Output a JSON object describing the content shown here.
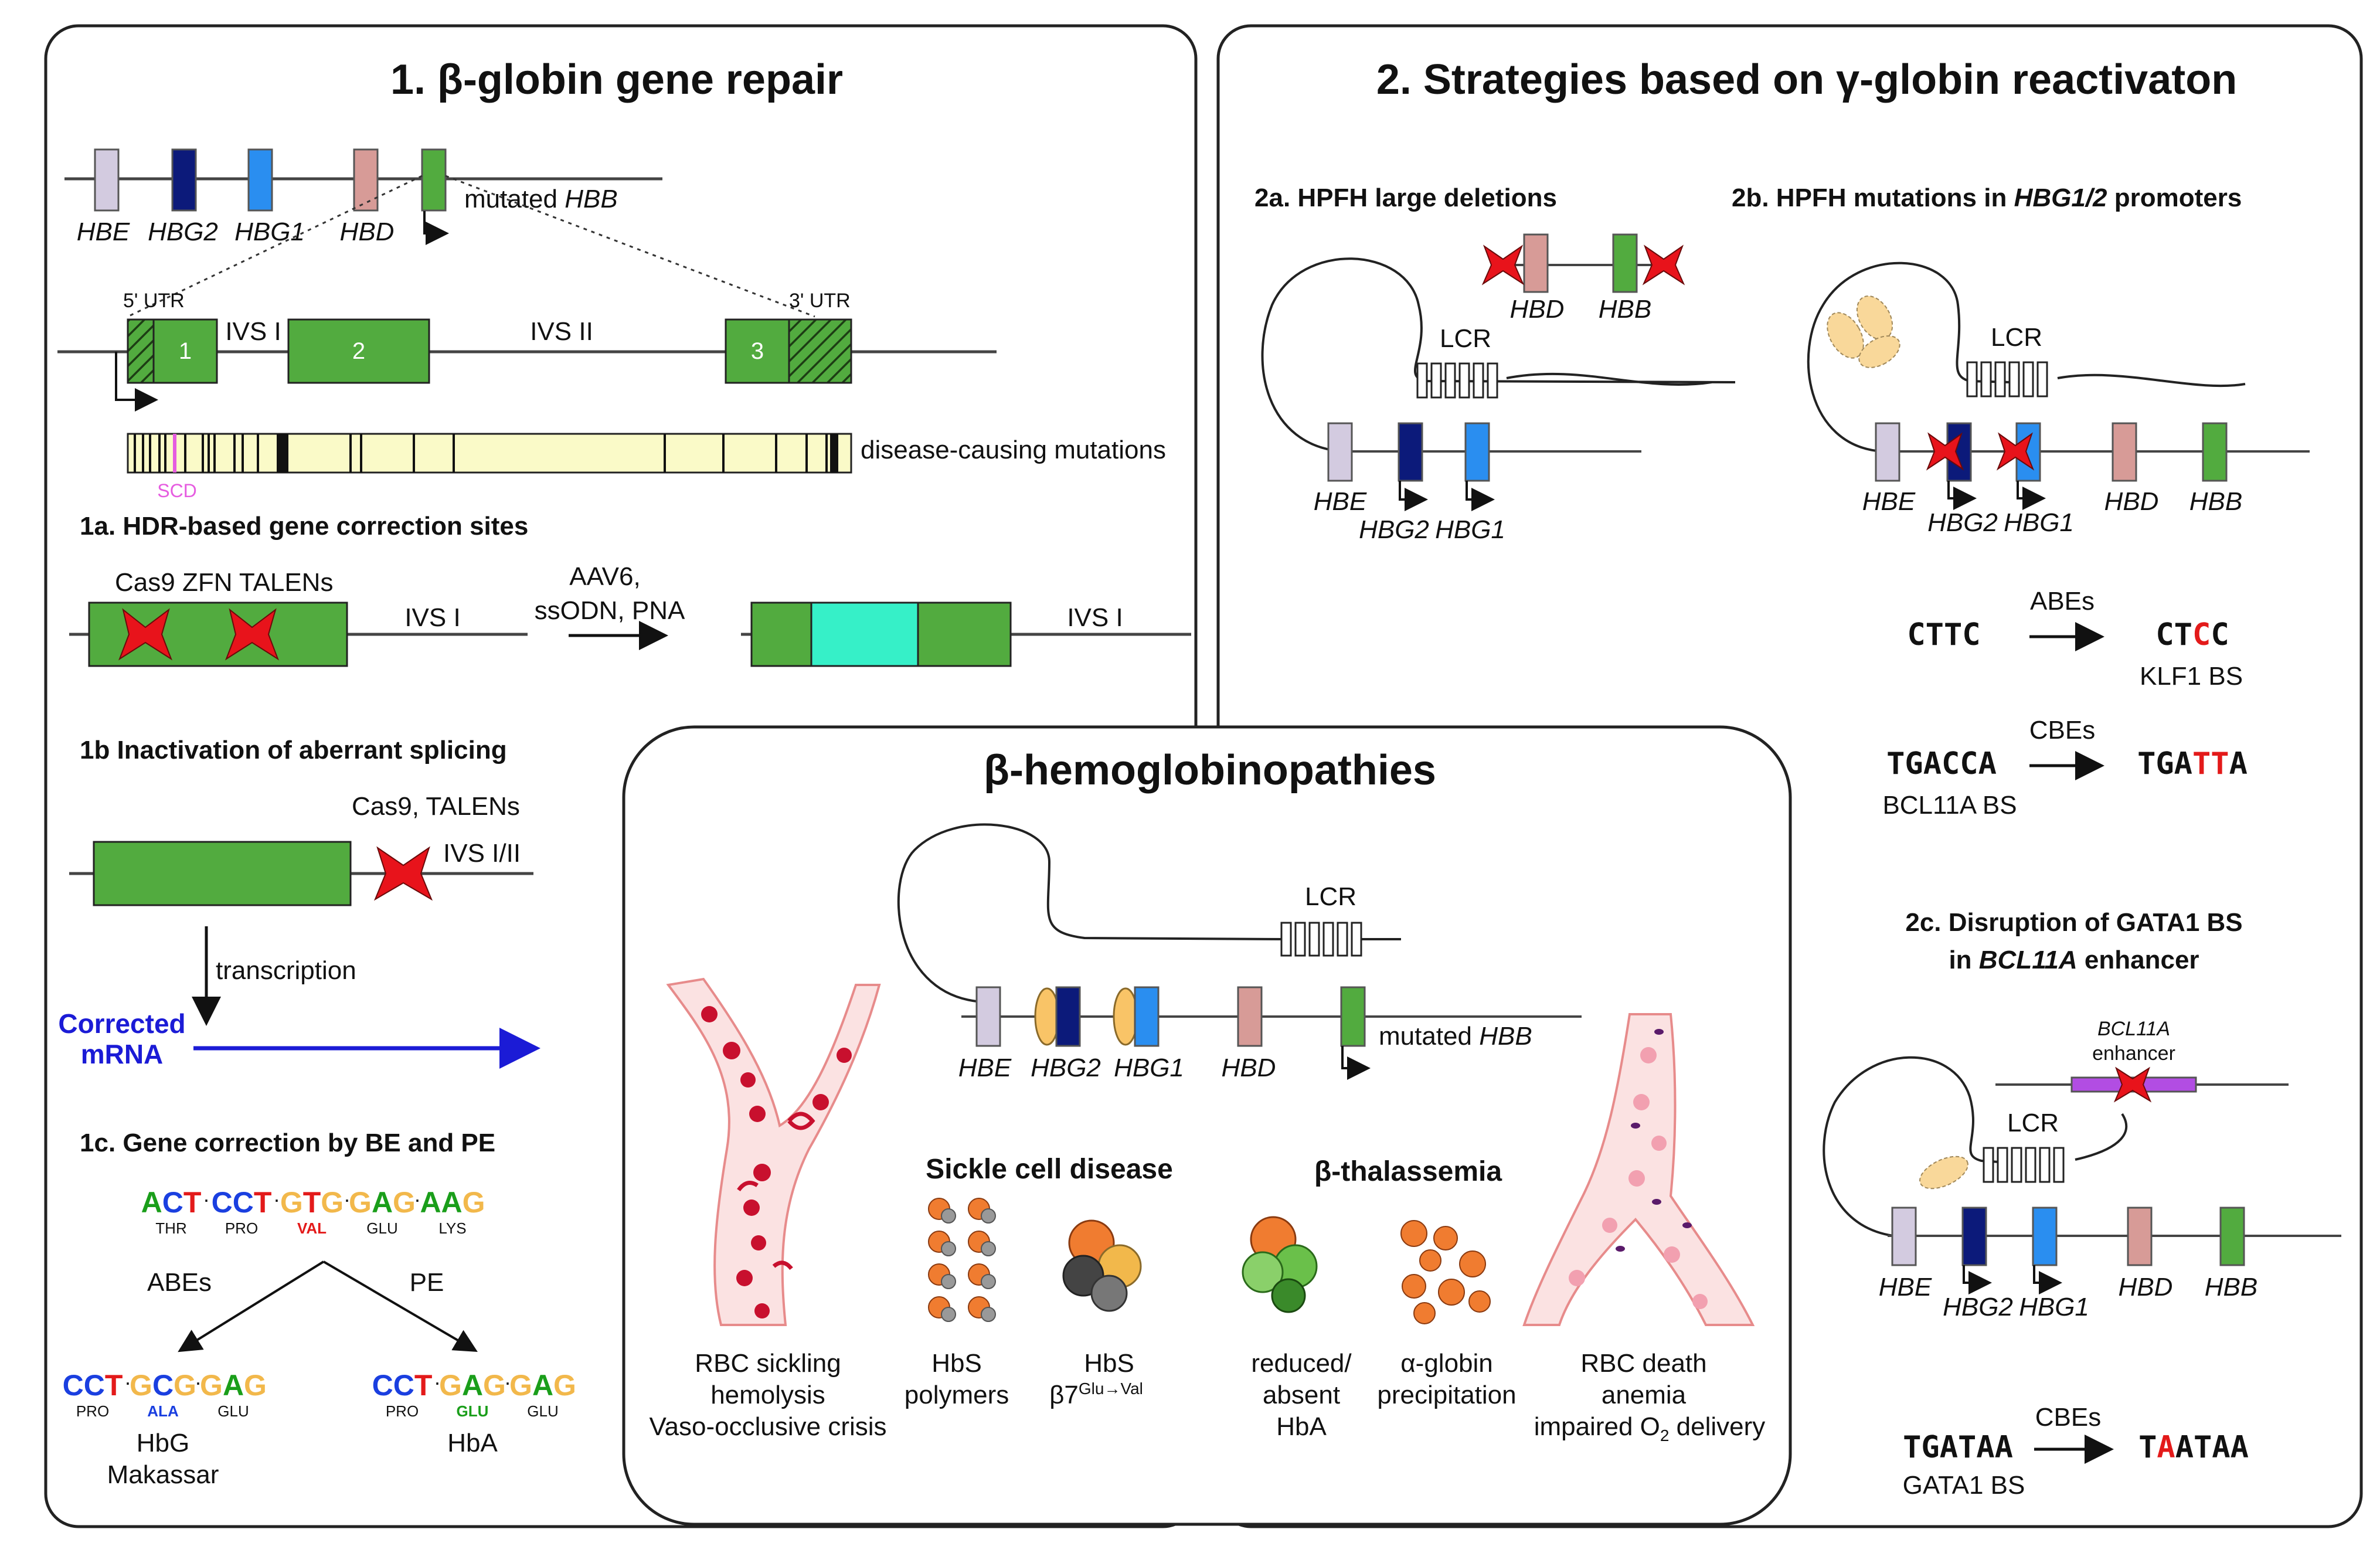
{
  "panel1": {
    "title": "1. β-globin gene repair",
    "genes": [
      "HBE",
      "HBG2",
      "HBG1",
      "HBD"
    ],
    "mutated_label_prefix": "mutated ",
    "mutated_gene": "HBB",
    "utr5": "5' UTR",
    "utr3": "3' UTR",
    "exon1": "1",
    "exon2": "2",
    "exon3": "3",
    "ivs1": "IVS I",
    "ivs2": "IVS II",
    "mutations_label": "disease-causing mutations",
    "scd_label": "SCD",
    "s1a": {
      "title": "1a. HDR-based gene correction sites",
      "tools": "Cas9 ZFN TALENs",
      "ivs": "IVS I",
      "delivery_line1": "AAV6,",
      "delivery_line2": "ssODN, PNA",
      "ivs_after": "IVS I"
    },
    "s1b": {
      "title": "1b Inactivation of aberrant splicing",
      "tools": "Cas9, TALENs",
      "ivs": "IVS I/II",
      "transcription": "transcription",
      "corrected_line1": "Corrected",
      "corrected_line2": "mRNA"
    },
    "s1c": {
      "title": "1c. Gene correction by BE and PE",
      "codons": [
        {
          "bases": [
            {
              "t": "A",
              "c": "#1a9e1a"
            },
            {
              "t": "C",
              "c": "#1a3fe0"
            },
            {
              "t": "T",
              "c": "#e31a1a"
            }
          ],
          "aa": "THR"
        },
        {
          "bases": [
            {
              "t": "C",
              "c": "#1a3fe0"
            },
            {
              "t": "C",
              "c": "#1a3fe0"
            },
            {
              "t": "T",
              "c": "#e31a1a"
            }
          ],
          "aa": "PRO"
        },
        {
          "bases": [
            {
              "t": "G",
              "c": "#f2b84b"
            },
            {
              "t": "T",
              "c": "#e31a1a"
            },
            {
              "t": "G",
              "c": "#f2b84b"
            }
          ],
          "aa": "VAL",
          "aa_color": "#e31a1a"
        },
        {
          "bases": [
            {
              "t": "G",
              "c": "#f2b84b"
            },
            {
              "t": "A",
              "c": "#1a9e1a"
            },
            {
              "t": "G",
              "c": "#f2b84b"
            }
          ],
          "aa": "GLU"
        },
        {
          "bases": [
            {
              "t": "A",
              "c": "#1a9e1a"
            },
            {
              "t": "A",
              "c": "#1a9e1a"
            },
            {
              "t": "G",
              "c": "#f2b84b"
            }
          ],
          "aa": "LYS"
        }
      ],
      "abe_label": "ABEs",
      "pe_label": "PE",
      "left_codons": [
        {
          "bases": [
            {
              "t": "C",
              "c": "#1a3fe0"
            },
            {
              "t": "C",
              "c": "#1a3fe0"
            },
            {
              "t": "T",
              "c": "#e31a1a"
            }
          ],
          "aa": "PRO"
        },
        {
          "bases": [
            {
              "t": "G",
              "c": "#f2b84b"
            },
            {
              "t": "C",
              "c": "#1a3fe0"
            },
            {
              "t": "G",
              "c": "#f2b84b"
            }
          ],
          "aa": "ALA",
          "aa_color": "#1a3fe0"
        },
        {
          "bases": [
            {
              "t": "G",
              "c": "#f2b84b"
            },
            {
              "t": "A",
              "c": "#1a9e1a"
            },
            {
              "t": "G",
              "c": "#f2b84b"
            }
          ],
          "aa": "GLU"
        }
      ],
      "right_codons": [
        {
          "bases": [
            {
              "t": "C",
              "c": "#1a3fe0"
            },
            {
              "t": "C",
              "c": "#1a3fe0"
            },
            {
              "t": "T",
              "c": "#e31a1a"
            }
          ],
          "aa": "PRO"
        },
        {
          "bases": [
            {
              "t": "G",
              "c": "#f2b84b"
            },
            {
              "t": "A",
              "c": "#1a9e1a"
            },
            {
              "t": "G",
              "c": "#f2b84b"
            }
          ],
          "aa": "GLU",
          "aa_color": "#1a9e1a"
        },
        {
          "bases": [
            {
              "t": "G",
              "c": "#f2b84b"
            },
            {
              "t": "A",
              "c": "#1a9e1a"
            },
            {
              "t": "G",
              "c": "#f2b84b"
            }
          ],
          "aa": "GLU"
        }
      ],
      "left_result_line1": "HbG",
      "left_result_line2": "Makassar",
      "right_result": "HbA"
    }
  },
  "panel2": {
    "title": "2. Strategies based on γ-globin reactivaton",
    "s2a": {
      "title": "2a. HPFH large deletions",
      "deleted_genes": [
        "HBD",
        "HBB"
      ],
      "lcr": "LCR",
      "genes": [
        "HBE",
        "HBG2",
        "HBG1"
      ]
    },
    "s2b": {
      "title_prefix": "2b. HPFH mutations in ",
      "title_gene": "HBG1/2",
      "title_suffix": " promoters",
      "lcr": "LCR",
      "genes": [
        "HBE",
        "HBG2",
        "HBG1",
        "HBD",
        "HBB"
      ],
      "abe_label": "ABEs",
      "abe_from": "CTTC",
      "abe_to_prefix": "CT",
      "abe_to_red": "C",
      "abe_to_suffix": "C",
      "abe_site": "KLF1 BS",
      "cbe_label": "CBEs",
      "cbe_from": "TGACCA",
      "cbe_to_prefix": "TGA",
      "cbe_to_red": "TT",
      "cbe_to_suffix": "A",
      "cbe_site": "BCL11A BS"
    },
    "s2c": {
      "title_line1": "2c. Disruption of GATA1 BS",
      "title_line2_prefix": "in ",
      "title_line2_gene": "BCL11A",
      "title_line2_suffix": " enhancer",
      "enhancer_gene": "BCL11A",
      "enhancer_word": "enhancer",
      "lcr": "LCR",
      "genes": [
        "HBE",
        "HBG2",
        "HBG1",
        "HBD",
        "HBB"
      ],
      "cbe_label": "CBEs",
      "from": "TGATAA",
      "to_prefix": "T",
      "to_red": "A",
      "to_suffix": "ATAA",
      "site": "GATA1 BS"
    }
  },
  "center": {
    "title": "β-hemoglobinopathies",
    "lcr": "LCR",
    "genes": [
      "HBE",
      "HBG2",
      "HBG1",
      "HBD"
    ],
    "mutated_prefix": "mutated ",
    "mutated_gene": "HBB",
    "scd_title": "Sickle cell disease",
    "thal_title": "β-thalassemia",
    "rbc_sickling_line1": "RBC sickling",
    "rbc_sickling_line2": "hemolysis",
    "rbc_sickling_line3": "Vaso-occlusive crisis",
    "hbs_polymers_line1": "HbS",
    "hbs_polymers_line2": "polymers",
    "hbs_line1": "HbS",
    "hbs_beta": "β7",
    "hbs_sup": "Glu→Val",
    "reduced_line1": "reduced/",
    "reduced_line2": "absent",
    "reduced_line3": "HbA",
    "alpha_line1": "α-globin",
    "alpha_line2": "precipitation",
    "rbc_death_line1": "RBC death",
    "rbc_death_line2": "anemia",
    "rbc_death_line3_prefix": "impaired O",
    "rbc_death_sub": "2",
    "rbc_death_line3_suffix": " delivery"
  },
  "colors": {
    "HBE": "#d3cbe0",
    "HBG2": "#0c1a7a",
    "HBG1": "#2a8ef0",
    "HBD": "#d79b97",
    "HBB": "#52ab3f",
    "exon": "#52ab3f",
    "corrected": "#36f0c8",
    "mutation_bar": "#fafac8",
    "blood": "#c8102e",
    "vessel": "#fbe2e2",
    "enhancer": "#b24de3",
    "cross": "#e8131b",
    "blue_text": "#1b1bd6",
    "red_base": "#e31a1a"
  }
}
